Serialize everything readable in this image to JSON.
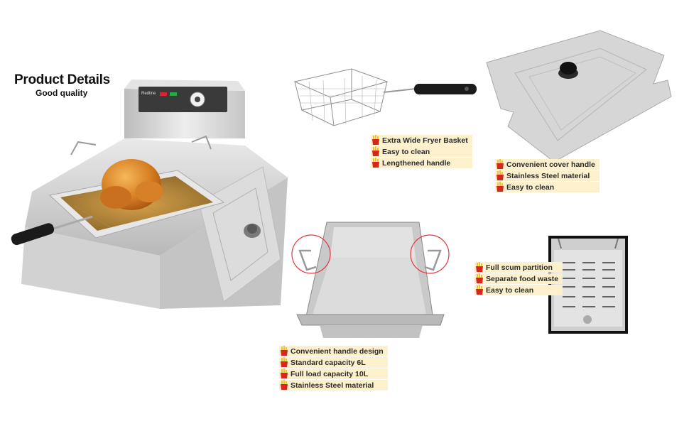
{
  "header": {
    "title": "Product Details",
    "subtitle": "Good quality"
  },
  "fryer": {
    "brand": "Redline"
  },
  "basket": {
    "features": [
      "Extra Wide Fryer Basket",
      "Easy to clean",
      "Lengthened handle"
    ]
  },
  "lid": {
    "features": [
      "Convenient cover handle",
      "Stainless Steel material",
      "Easy to clean"
    ]
  },
  "tank": {
    "features": [
      "Convenient handle design",
      "Standard capacity 6L",
      "Full load capacity 10L",
      "Stainless Steel material"
    ]
  },
  "partition": {
    "features": [
      "Full scum partition",
      "Separate food waste",
      "Easy to clean"
    ]
  },
  "colors": {
    "tag_bg": "#fdf0cc",
    "fries_red": "#d7261e",
    "fries_yellow": "#f6c22b",
    "handle_black": "#1b1b1b",
    "highlight_circle": "#e0393e"
  }
}
